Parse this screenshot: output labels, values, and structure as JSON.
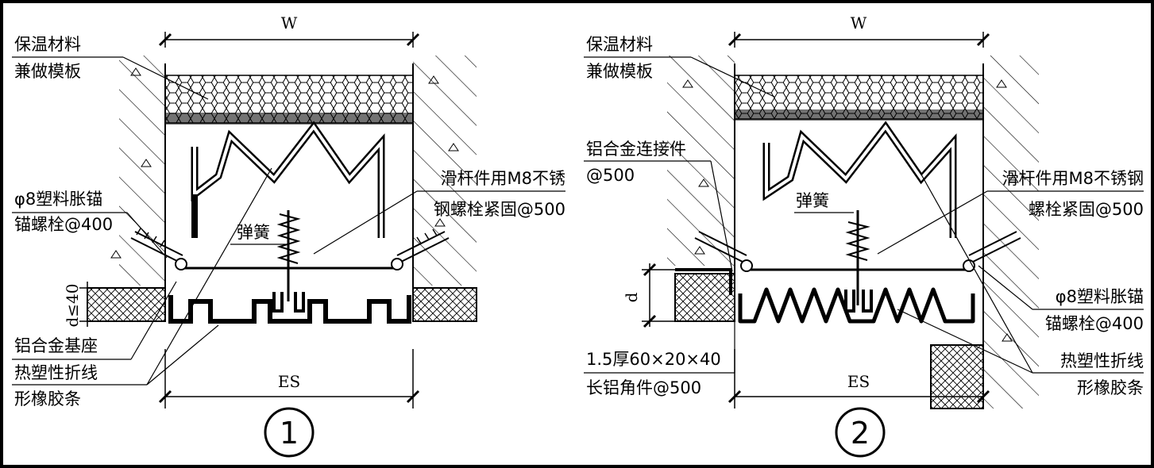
{
  "colors": {
    "ink": "#000000",
    "paper": "#ffffff"
  },
  "detail1": {
    "number": "1",
    "width_label": "W",
    "gap_label": "ES",
    "depth_label": "d≤40",
    "insulation_line1": "保温材料",
    "insulation_line2": "兼做模板",
    "anchor_line1": "φ8塑料胀锚",
    "anchor_line2": "锚螺栓@400",
    "slider_line1": "滑杆件用M8不锈",
    "slider_line2": "钢螺栓紧固@500",
    "spring": "弹簧",
    "base": "铝合金基座",
    "strip_line1": "热塑性折线",
    "strip_line2": "形橡胶条"
  },
  "detail2": {
    "number": "2",
    "width_label": "W",
    "gap_label": "ES",
    "depth_label": "d",
    "insulation_line1": "保温材料",
    "insulation_line2": "兼做模板",
    "connector_line1": "铝合金连接件",
    "connector_line2": "@500",
    "spring": "弹簧",
    "slider_line1": "滑杆件用M8不锈钢",
    "slider_line2": "螺栓紧固@500",
    "anchor_line1": "φ8塑料胀锚",
    "anchor_line2": "锚螺栓@400",
    "angle_line1": "1.5厚60×20×40",
    "angle_line2": "长铝角件@500",
    "strip_line1": "热塑性折线",
    "strip_line2": "形橡胶条"
  }
}
